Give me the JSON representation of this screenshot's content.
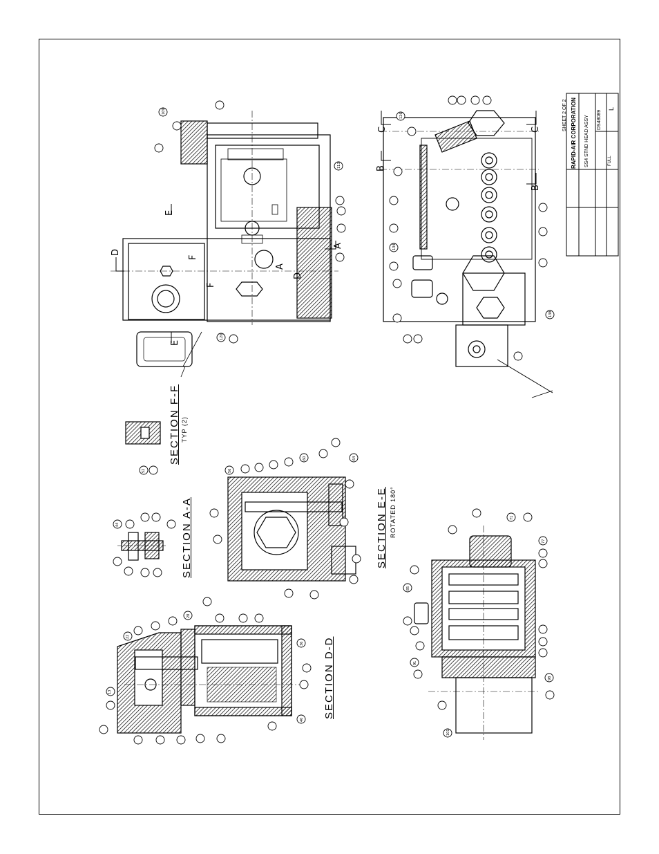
{
  "sections": {
    "dd": "SECTION D-D",
    "aa": "SECTION A-A",
    "ff": "SECTION F-F",
    "ff_sub": "TYP (2)",
    "ee": "SECTION E-E",
    "ee_sub": "ROTATED 180°"
  },
  "cut_marks": [
    "A",
    "A",
    "B",
    "B",
    "C",
    "C",
    "D",
    "D",
    "E",
    "E",
    "F",
    "F"
  ],
  "title_block": {
    "company": "RAPID-AIR CORPORATION",
    "sheet": "SHEET 2 OF 2",
    "drawing_title": "SS4 STND HEAD ASSY",
    "drawing_number": "DS48089",
    "revision": "L",
    "scale": "FULL"
  },
  "callouts": [
    "13",
    "22",
    "28",
    "36",
    "40",
    "44",
    "52",
    "56",
    "60",
    "64",
    "71",
    "77",
    "85",
    "91",
    "98",
    "101",
    "109",
    "113",
    "120",
    "126",
    "134",
    "138"
  ]
}
